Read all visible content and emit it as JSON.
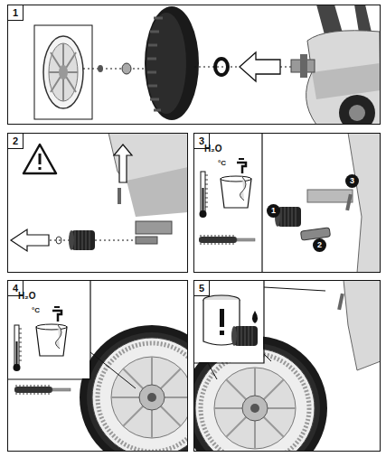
{
  "diagram": {
    "nodes": [
      {
        "text": [
          "1"
        ]
      },
      {
        "text": [
          "2"
        ]
      },
      {
        "text": [
          "3"
        ]
      },
      {
        "text": [
          "1"
        ],
        "in": 2
      },
      {
        "text": [
          "2"
        ],
        "in": 2
      },
      {
        "text": [
          "3"
        ],
        "in": 2
      },
      {
        "text": [
          "4"
        ]
      },
      {
        "text": [
          "5"
        ]
      }
    ],
    "labels": [
      "H₂O",
      "°C",
      "H₂O",
      "°C"
    ]
  }
}
